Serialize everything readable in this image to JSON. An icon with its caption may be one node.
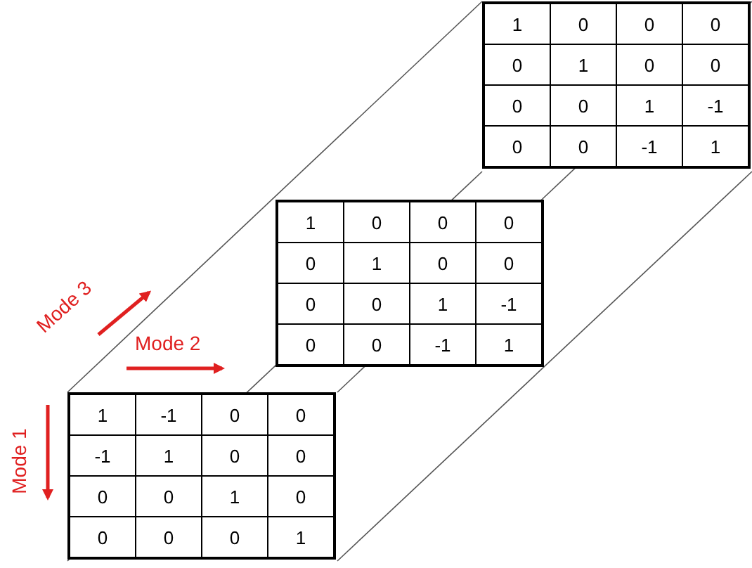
{
  "diagram": {
    "labels": [
      "1",
      "0",
      "0",
      "0",
      "0",
      "1",
      "0",
      "0",
      "0",
      "0",
      "1",
      "-1",
      "0",
      "0",
      "-1",
      "1",
      "1",
      "0",
      "0",
      "0",
      "0",
      "1",
      "0",
      "0",
      "0",
      "0",
      "1",
      "-1",
      "0",
      "0",
      "-1",
      "1",
      "Mode 3",
      "Mode 2",
      "Mode 1",
      "1",
      "-1",
      "0",
      "0",
      "-1",
      "1",
      "0",
      "0",
      "0",
      "0",
      "1",
      "0",
      "0",
      "0",
      "0",
      "1"
    ]
  }
}
